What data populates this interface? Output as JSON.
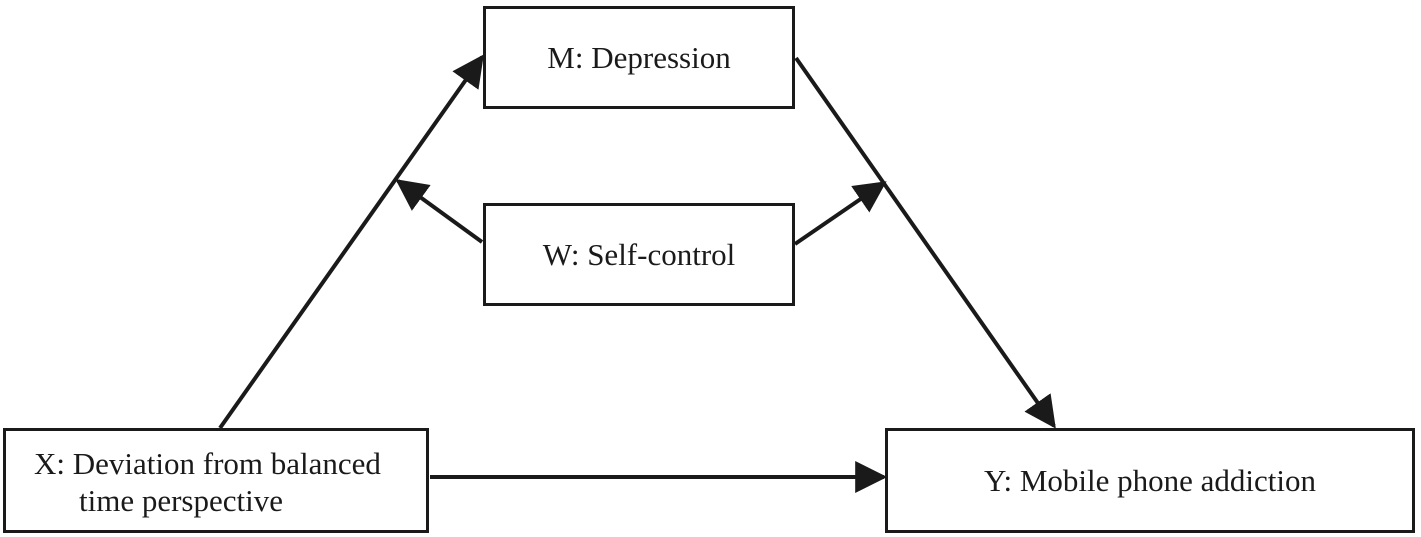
{
  "nodes": {
    "m": {
      "label": "M: Depression"
    },
    "w": {
      "label": "W: Self-control"
    },
    "x": {
      "label_line1": "X: Deviation from balanced",
      "label_line2": "time perspective"
    },
    "y": {
      "label": "Y: Mobile phone addiction"
    }
  },
  "edges": [
    {
      "from": "X",
      "to": "M"
    },
    {
      "from": "M",
      "to": "Y"
    },
    {
      "from": "X",
      "to": "Y"
    },
    {
      "from": "W",
      "to": "X-M path"
    },
    {
      "from": "W",
      "to": "M-Y path"
    }
  ],
  "colors": {
    "stroke": "#1a1a1a",
    "background": "#ffffff"
  }
}
